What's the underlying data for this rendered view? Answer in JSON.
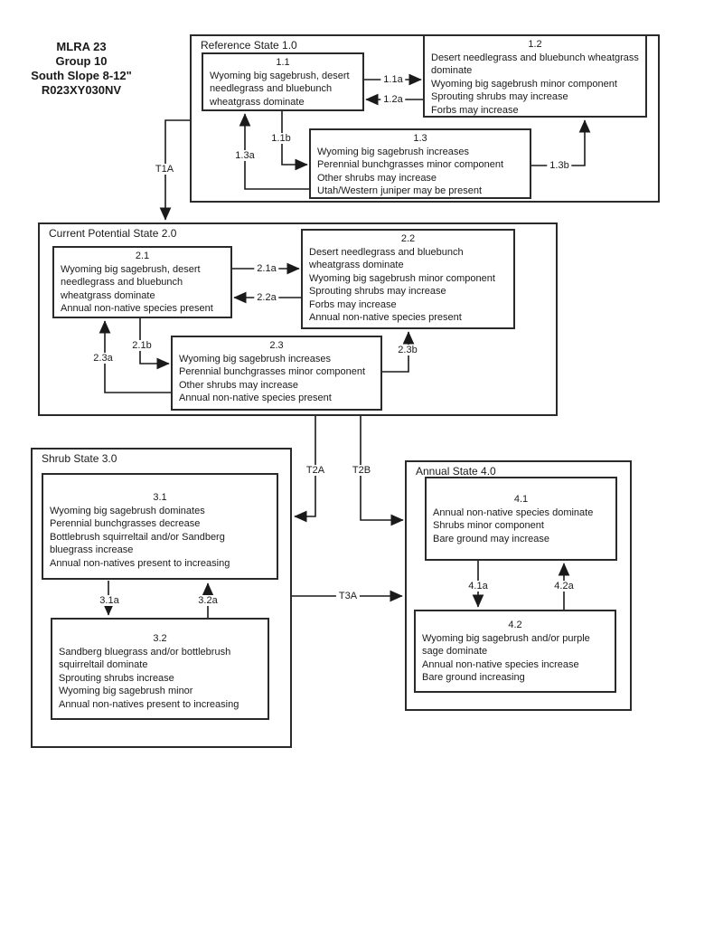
{
  "title_block": {
    "lines": [
      "MLRA 23",
      "Group 10",
      "South Slope 8-12\"",
      "R023XY030NV"
    ]
  },
  "states": {
    "reference": {
      "label": "Reference State 1.0"
    },
    "current_potential": {
      "label": "Current Potential State 2.0"
    },
    "shrub": {
      "label": "Shrub State 3.0"
    },
    "annual": {
      "label": "Annual State 4.0"
    }
  },
  "boxes": {
    "b11": {
      "number": "1.1",
      "lines": [
        "Wyoming big sagebrush, desert needlegrass and bluebunch wheatgrass dominate"
      ]
    },
    "b12": {
      "number": "1.2",
      "lines": [
        "Desert needlegrass and bluebunch wheatgrass dominate",
        "Wyoming big sagebrush minor component",
        "Sprouting shrubs may increase",
        "Forbs may increase"
      ]
    },
    "b13": {
      "number": "1.3",
      "lines": [
        "Wyoming big sagebrush increases",
        "Perennial bunchgrasses minor component",
        "Other shrubs may increase",
        "Utah/Western juniper may be present"
      ]
    },
    "b21": {
      "number": "2.1",
      "lines": [
        "Wyoming big sagebrush, desert needlegrass and bluebunch wheatgrass dominate",
        "Annual non-native species present"
      ]
    },
    "b22": {
      "number": "2.2",
      "lines": [
        "Desert needlegrass and bluebunch wheatgrass dominate",
        "Wyoming big sagebrush minor component",
        "Sprouting shrubs may increase",
        "Forbs may increase",
        "Annual non-native species present"
      ]
    },
    "b23": {
      "number": "2.3",
      "lines": [
        "Wyoming big sagebrush increases",
        "Perennial bunchgrasses minor component",
        "Other shrubs may increase",
        "Annual non-native species present"
      ]
    },
    "b31": {
      "number": "3.1",
      "lines": [
        "Wyoming big sagebrush dominates",
        "Perennial bunchgrasses decrease",
        "Bottlebrush squirreltail and/or Sandberg bluegrass increase",
        "Annual non-natives present to increasing"
      ]
    },
    "b32": {
      "number": "3.2",
      "lines": [
        "Sandberg bluegrass and/or bottlebrush squirreltail dominate",
        "Sprouting shrubs increase",
        "Wyoming big sagebrush minor",
        "Annual non-natives present to increasing"
      ]
    },
    "b41": {
      "number": "4.1",
      "lines": [
        "Annual non-native species dominate",
        "Shrubs minor component",
        "Bare ground may increase"
      ]
    },
    "b42": {
      "number": "4.2",
      "lines": [
        "Wyoming big sagebrush and/or purple sage dominate",
        "Annual non-native species increase",
        "Bare ground increasing"
      ]
    }
  },
  "arrows": {
    "a11a": {
      "label": "1.1a"
    },
    "a12a": {
      "label": "1.2a"
    },
    "a11b": {
      "label": "1.1b"
    },
    "a13a": {
      "label": "1.3a"
    },
    "a13b": {
      "label": "1.3b"
    },
    "t1a": {
      "label": "T1A"
    },
    "a21a": {
      "label": "2.1a"
    },
    "a22a": {
      "label": "2.2a"
    },
    "a21b": {
      "label": "2.1b"
    },
    "a23a": {
      "label": "2.3a"
    },
    "a23b": {
      "label": "2.3b"
    },
    "t2a": {
      "label": "T2A"
    },
    "t2b": {
      "label": "T2B"
    },
    "t3a": {
      "label": "T3A"
    },
    "a31a": {
      "label": "3.1a"
    },
    "a32a": {
      "label": "3.2a"
    },
    "a41a": {
      "label": "4.1a"
    },
    "a42a": {
      "label": "4.2a"
    }
  },
  "colors": {
    "line": "#1a1a1a",
    "background": "#ffffff",
    "text": "#1a1a1a"
  }
}
